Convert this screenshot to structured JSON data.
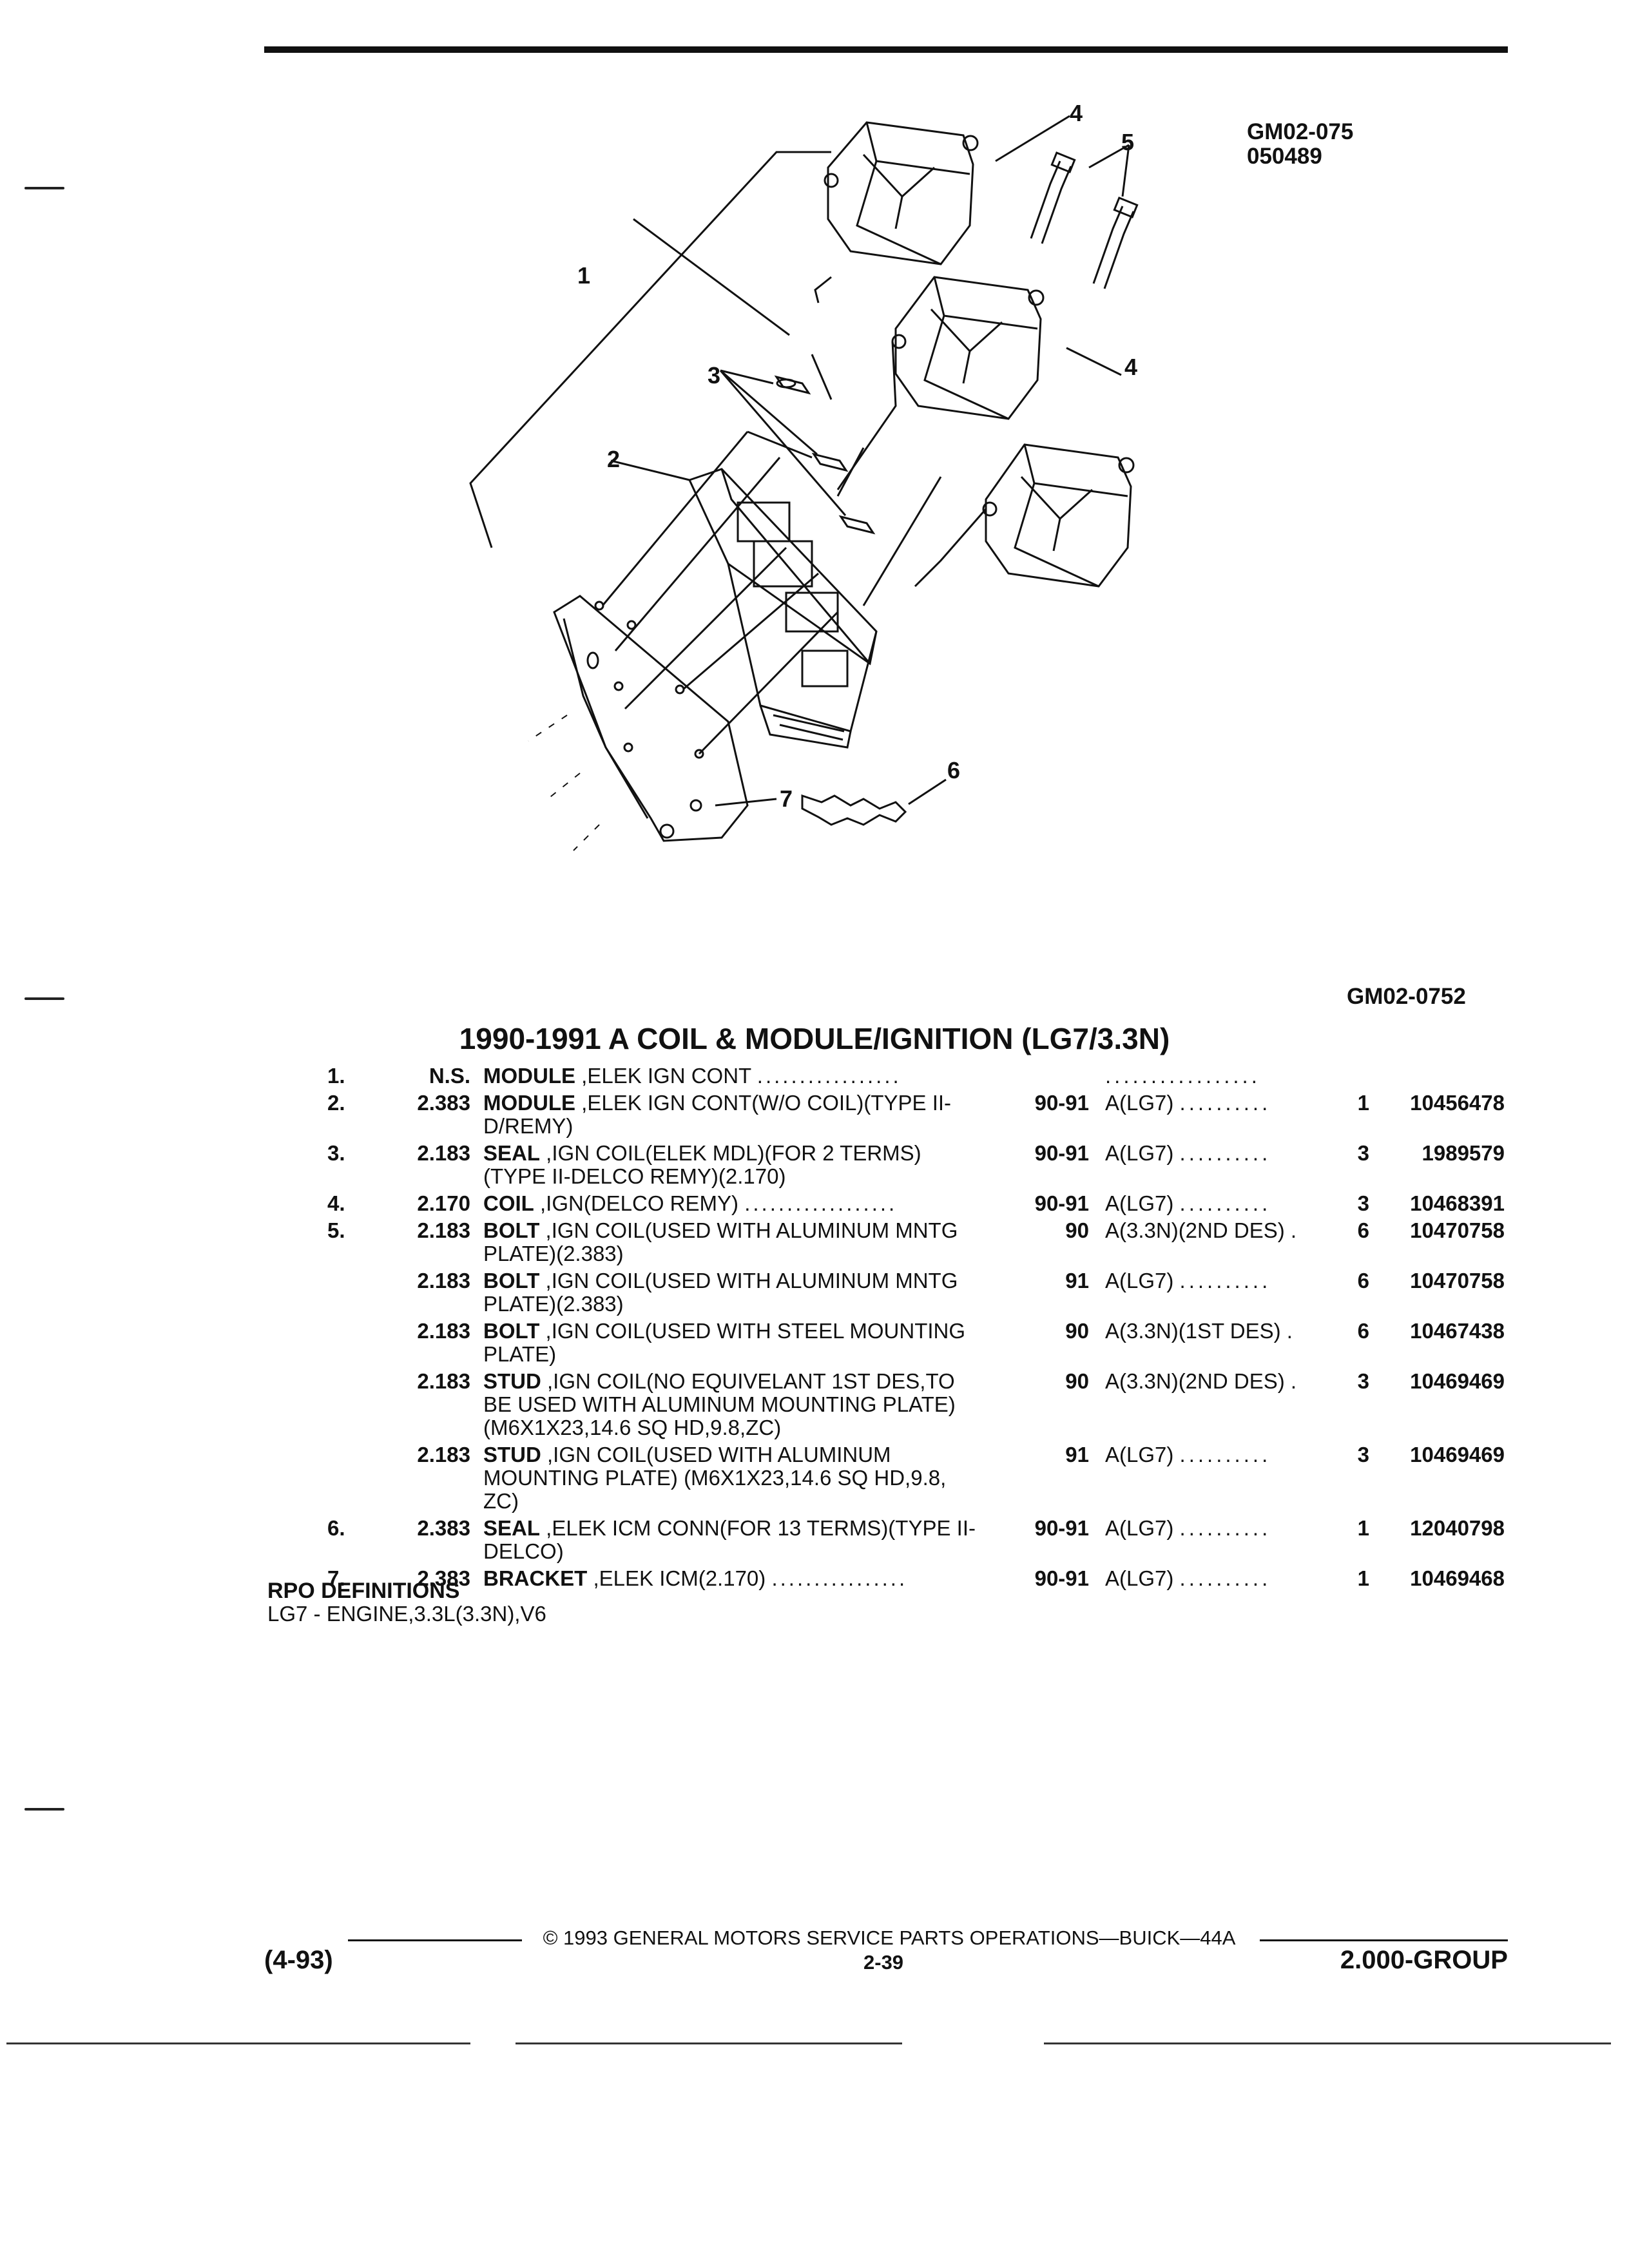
{
  "figure": {
    "code_1": "GM02-075",
    "code_2": "050489",
    "bottom_code": "GM02-0752",
    "callouts": [
      "1",
      "2",
      "3",
      "4",
      "4",
      "5",
      "6",
      "7"
    ]
  },
  "title": "1990-1991 A COIL & MODULE/IGNITION (LG7/3.3N)",
  "parts": [
    {
      "idx": "1.",
      "grp": "N.S.",
      "name": "MODULE",
      "desc_lines": [
        " ,ELEK IGN CONT "
      ],
      "dots": ".................",
      "yr": "",
      "app": "",
      "app_dots": ".................",
      "qty": "",
      "pn": ""
    },
    {
      "idx": "2.",
      "grp": "2.383",
      "name": "MODULE",
      "desc_lines": [
        " ,ELEK IGN CONT(W/O COIL)(TYPE II-",
        "D/REMY)"
      ],
      "dots": "",
      "yr": "90-91",
      "app": "A(LG7)",
      "app_dots": "..........",
      "qty": "1",
      "pn": "10456478"
    },
    {
      "idx": "3.",
      "grp": "2.183",
      "name": "SEAL",
      "desc_lines": [
        " ,IGN COIL(ELEK MDL)(FOR 2 TERMS)",
        "(TYPE II-DELCO REMY)(2.170)"
      ],
      "dots": "",
      "yr": "90-91",
      "app": "A(LG7)",
      "app_dots": "..........",
      "qty": "3",
      "pn": "1989579"
    },
    {
      "idx": "4.",
      "grp": "2.170",
      "name": "COIL",
      "desc_lines": [
        " ,IGN(DELCO REMY) "
      ],
      "dots": "..................",
      "yr": "90-91",
      "app": "A(LG7)",
      "app_dots": "..........",
      "qty": "3",
      "pn": "10468391"
    },
    {
      "idx": "5.",
      "grp": "2.183",
      "name": "BOLT",
      "desc_lines": [
        " ,IGN COIL(USED WITH ALUMINUM MNTG",
        "PLATE)(2.383)"
      ],
      "dots": "",
      "yr": "90",
      "app": "A(3.3N)(2ND DES)",
      "app_dots": ".",
      "qty": "6",
      "pn": "10470758"
    },
    {
      "idx": "",
      "grp": "2.183",
      "name": "BOLT",
      "desc_lines": [
        " ,IGN COIL(USED WITH ALUMINUM MNTG",
        "PLATE)(2.383)"
      ],
      "dots": "",
      "yr": "91",
      "app": "A(LG7)",
      "app_dots": "..........",
      "qty": "6",
      "pn": "10470758"
    },
    {
      "idx": "",
      "grp": "2.183",
      "name": "BOLT",
      "desc_lines": [
        " ,IGN COIL(USED WITH STEEL MOUNTING",
        "PLATE)"
      ],
      "dots": "",
      "yr": "90",
      "app": "A(3.3N)(1ST DES)",
      "app_dots": ".",
      "qty": "6",
      "pn": "10467438"
    },
    {
      "idx": "",
      "grp": "2.183",
      "name": "STUD",
      "desc_lines": [
        " ,IGN COIL(NO EQUIVELANT 1ST DES,TO",
        "BE USED WITH ALUMINUM MOUNTING PLATE)",
        "(M6X1X23,14.6 SQ HD,9.8,ZC)"
      ],
      "dots": "",
      "yr": "90",
      "app": "A(3.3N)(2ND DES)",
      "app_dots": ".",
      "qty": "3",
      "pn": "10469469"
    },
    {
      "idx": "",
      "grp": "2.183",
      "name": "STUD",
      "desc_lines": [
        " ,IGN COIL(USED WITH ALUMINUM",
        "MOUNTING PLATE) (M6X1X23,14.6 SQ HD,9.8,",
        "ZC)"
      ],
      "dots": "",
      "yr": "91",
      "app": "A(LG7)",
      "app_dots": "..........",
      "qty": "3",
      "pn": "10469469"
    },
    {
      "idx": "6.",
      "grp": "2.383",
      "name": "SEAL",
      "desc_lines": [
        " ,ELEK ICM CONN(FOR 13 TERMS)(TYPE II-",
        "DELCO)"
      ],
      "dots": "",
      "yr": "90-91",
      "app": "A(LG7)",
      "app_dots": "..........",
      "qty": "1",
      "pn": "12040798"
    },
    {
      "idx": "7.",
      "grp": "2.383",
      "name": "BRACKET",
      "desc_lines": [
        " ,ELEK ICM(2.170) "
      ],
      "dots": "................",
      "yr": "90-91",
      "app": "A(LG7)",
      "app_dots": "..........",
      "qty": "1",
      "pn": "10469468"
    }
  ],
  "rpo": {
    "title": "RPO DEFINITIONS",
    "text": "LG7 - ENGINE,3.3L(3.3N),V6"
  },
  "footer": {
    "copyright": "© 1993 GENERAL MOTORS SERVICE PARTS OPERATIONS—BUICK—44A",
    "date": "(4-93)",
    "page": "2-39",
    "group": "2.000-GROUP"
  }
}
